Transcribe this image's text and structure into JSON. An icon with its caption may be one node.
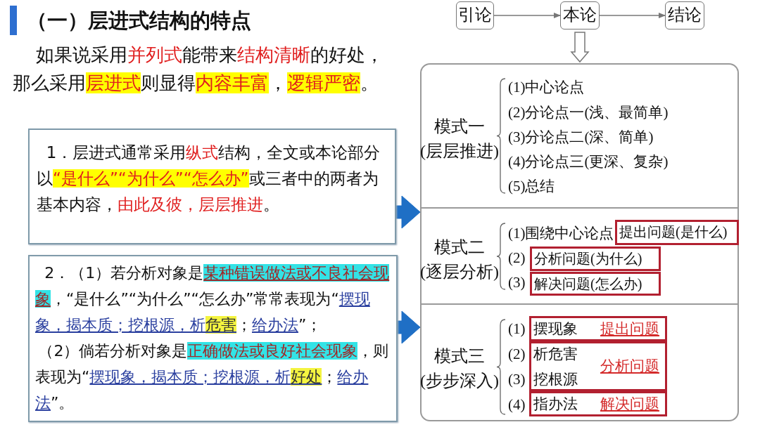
{
  "diagram": {
    "title": "（一）层进式结构的特点",
    "nodes": [
      {
        "text": [
          "引论"
        ]
      },
      {
        "text": [
          "本论"
        ]
      },
      {
        "text": [
          "结论"
        ]
      },
      {
        "text": [
          "1．层进式通常采用纵式结构，全文或本论部分以“是什么”“为什么”“怎么办”或三者中的两者为基本内容，由此及彼，层层推进。"
        ]
      },
      {
        "text": [
          "2．（1）若分析对象是某种错误做法或不良社会现象，“是什么”“为什么”“怎么办”常常表现为“摆现象，揭本质；挖根源，析危害；给办法”；",
          "（2）倘若分析对象是正确做法或良好社会现象，则表现为“摆现象，揭本质；挖根源，析好处；给办法”。"
        ]
      },
      {
        "text": [],
        "shape": "box"
      },
      {
        "text": [
          "模式一",
          "(层层推进)",
          "(1)中心论点",
          "(2)分论点一(浅、最简单)",
          "(3)分论点二(深、简单)",
          "(4)分论点三(更深、复杂)",
          "(5)总结"
        ],
        "in": 5
      },
      {
        "text": [
          "模式二",
          "(逐层分析)",
          "(1)围绕中心论点",
          "(2)",
          "(3)"
        ],
        "in": 5
      },
      {
        "text": [
          "提出问题(是什么)"
        ],
        "in": 7
      },
      {
        "text": [
          "分析问题(为什么)"
        ],
        "in": 7
      },
      {
        "text": [
          "解决问题(怎么办)"
        ],
        "in": 7
      },
      {
        "text": [
          "模式三",
          "(步步深入)",
          "(1)",
          "(2)",
          "(3)",
          "(4)"
        ],
        "in": 5
      },
      {
        "text": [
          "摆现象",
          "提出问题"
        ],
        "in": 11
      },
      {
        "text": [
          "析危害",
          "挖根源",
          "分析问题"
        ],
        "in": 11
      },
      {
        "text": [
          "指办法",
          "解决问题"
        ],
        "in": 11
      }
    ],
    "edges": [
      {
        "from": 0,
        "to": 1,
        "arrow": "to"
      },
      {
        "from": 1,
        "to": 2,
        "arrow": "to"
      },
      {
        "from": 1,
        "to": 5,
        "arrow": "to",
        "style": "thick"
      },
      {
        "from": 3,
        "to": 5,
        "arrow": "to",
        "style": "thick",
        "color": "#1f6fc5"
      },
      {
        "from": 4,
        "to": 11,
        "arrow": "to",
        "style": "thick",
        "color": "#1f6fc5"
      }
    ],
    "labels": [
      "如果说采用并列式能带来结构清晰的好处，那么采用层进式则显得内容丰富，逻辑严密。"
    ]
  }
}
